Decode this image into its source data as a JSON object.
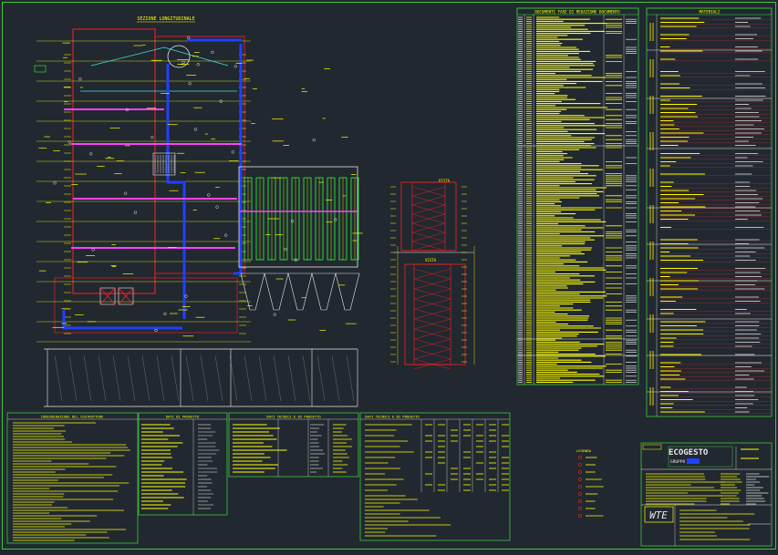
{
  "drawing": {
    "elevation_title": "SEZIONE LONGITUDINALE",
    "detail_title": "VISTA",
    "detail2_title": "VISTA"
  },
  "schedule": {
    "title": "DOCUMENTI FASE DI REDAZIONE DOCUMENTO",
    "materials_title": "MATERIALI"
  },
  "notes": {
    "panels": [
      {
        "title": "CONSIDERAZIONI DEL COSTRUTTORE"
      },
      {
        "title": "DATI DI PROGETTO"
      },
      {
        "title": "DATI TECNICI E DI PROGETTO"
      },
      {
        "title": "DATI TECNICI E DI PROGETTO"
      }
    ],
    "legend_title": "LEGENDA"
  },
  "titleblock": {
    "company": "ECOGESTO",
    "subtitle": "GRUPPO",
    "logo": "WTE"
  },
  "colors": {
    "background": "#212830",
    "frame": "#3cc83c",
    "yellow": "#ffff00",
    "red": "#ff2020",
    "blue": "#2040ff",
    "magenta": "#ff40ff",
    "cyan": "#40e0e0",
    "white": "#e8e8e8",
    "green": "#30ff30"
  }
}
